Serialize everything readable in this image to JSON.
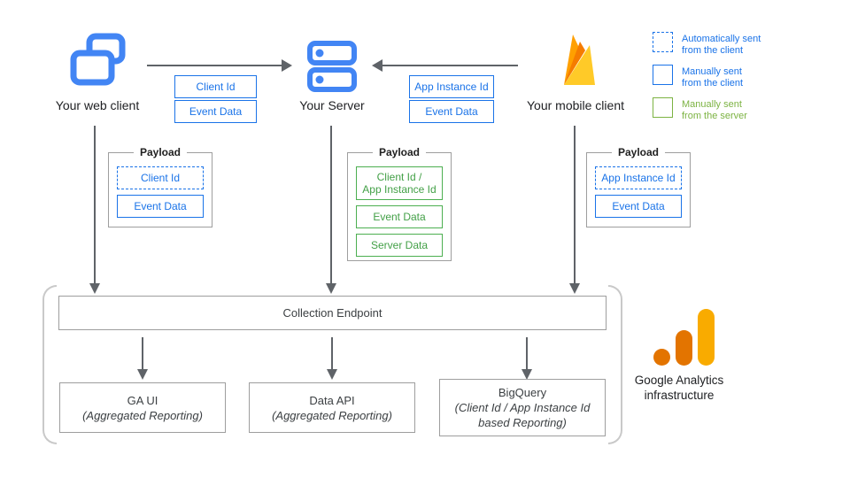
{
  "nodes": {
    "web_client": {
      "label": "Your web client"
    },
    "server": {
      "label": "Your Server"
    },
    "mobile_client": {
      "label": "Your mobile client"
    }
  },
  "flows": {
    "web_to_server": {
      "items": [
        {
          "label": "Client Id"
        },
        {
          "label": "Event Data"
        }
      ]
    },
    "mobile_to_server": {
      "items": [
        {
          "label": "App Instance Id"
        },
        {
          "label": "Event Data"
        }
      ]
    }
  },
  "legend": {
    "items": [
      {
        "label": "Automatically sent\nfrom the client",
        "style": "dashed-blue"
      },
      {
        "label": "Manually sent\nfrom the client",
        "style": "solid-blue"
      },
      {
        "label": "Manually sent\nfrom the server",
        "style": "solid-green"
      }
    ]
  },
  "payloads": {
    "web": {
      "title": "Payload",
      "items": [
        {
          "label": "Client Id",
          "style": "dashed-blue"
        },
        {
          "label": "Event Data",
          "style": "solid-blue"
        }
      ]
    },
    "server": {
      "title": "Payload",
      "items": [
        {
          "label": "Client Id /\nApp Instance Id",
          "style": "solid-green"
        },
        {
          "label": "Event Data",
          "style": "solid-green"
        },
        {
          "label": "Server Data",
          "style": "solid-green"
        }
      ]
    },
    "mobile": {
      "title": "Payload",
      "items": [
        {
          "label": "App Instance Id",
          "style": "dashed-blue"
        },
        {
          "label": "Event Data",
          "style": "solid-blue"
        }
      ]
    }
  },
  "infrastructure": {
    "endpoint_label": "Collection Endpoint",
    "outputs": [
      {
        "title": "GA UI",
        "subtitle": "(Aggregated Reporting)"
      },
      {
        "title": "Data API",
        "subtitle": "(Aggregated Reporting)"
      },
      {
        "title": "BigQuery",
        "subtitle": "(Client Id / App Instance Id\nbased Reporting)"
      }
    ],
    "caption": "Google Analytics\ninfrastructure"
  },
  "colors": {
    "blue": "#1a73e8",
    "icon_blue": "#4285f4",
    "green": "#4caf50",
    "legend_green": "#7cb342",
    "arrow_gray": "#5f6368",
    "border_gray": "#9e9e9e",
    "firebase_yellow": "#ffca28",
    "firebase_orange": "#ffa000",
    "firebase_deep_orange": "#f57c00",
    "ga_yellow": "#f9ab00",
    "ga_orange": "#e37400"
  }
}
